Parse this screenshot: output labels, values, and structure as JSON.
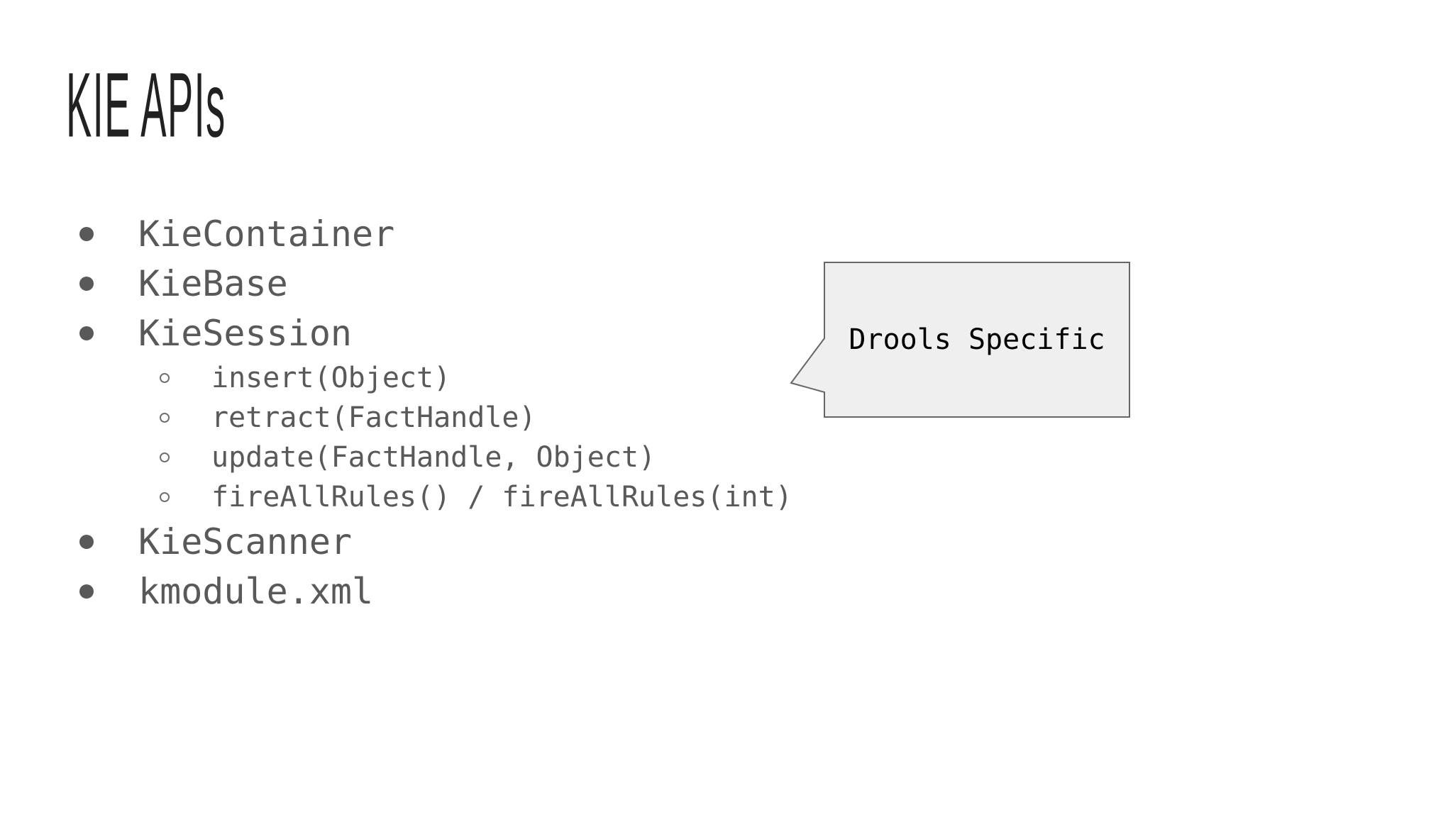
{
  "slide": {
    "title": "KIE APIs",
    "background_color": "#ffffff"
  },
  "list": {
    "bullet_color": "#595959",
    "text_color": "#595959",
    "items": [
      {
        "label": "KieContainer",
        "level": 1
      },
      {
        "label": "KieBase",
        "level": 1
      },
      {
        "label": "KieSession",
        "level": 1
      },
      {
        "label": "insert(Object)",
        "level": 2
      },
      {
        "label": "retract(FactHandle)",
        "level": 2
      },
      {
        "label": "update(FactHandle, Object)",
        "level": 2
      },
      {
        "label": "fireAllRules() / fireAllRules(int)",
        "level": 2
      },
      {
        "label": "KieScanner",
        "level": 1
      },
      {
        "label": "kmodule.xml",
        "level": 1
      }
    ]
  },
  "callout": {
    "label": "Drools Specific",
    "fill_color": "#efefef",
    "border_color": "#666666",
    "text_color": "#000000",
    "points_at": "KieSession sub-methods"
  },
  "colors": {
    "title_text": "#212121",
    "list_text": "#595959",
    "background": "#ffffff"
  }
}
